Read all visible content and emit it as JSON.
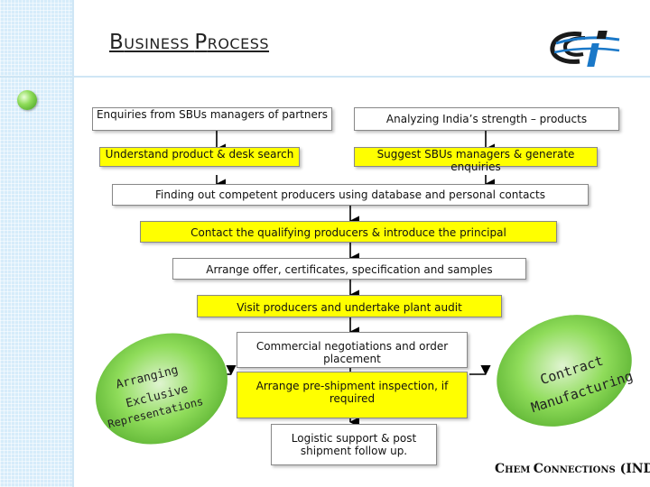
{
  "title": {
    "b": "B",
    "rest1": "USINESS ",
    "p": "P",
    "rest2": "ROCESS"
  },
  "logo_icon": "ci-logo-icon",
  "steps": {
    "enquiries": "Enquiries from SBUs managers of partners",
    "analyzing": "Analyzing India’s strength – products",
    "understand": "Understand product & desk search",
    "suggest": "Suggest SBUs managers & generate enquiries",
    "finding": "Finding out competent producers using database and personal contacts",
    "contact": "Contact the qualifying producers & introduce the principal",
    "arrange_offer": "Arrange offer, certificates, specification and samples",
    "visit": "Visit producers and undertake plant audit",
    "commercial": "Commercial negotiations and order placement",
    "pre_shipment": "Arrange pre-shipment inspection, if required",
    "logistic": "Logistic support & post shipment follow up."
  },
  "ellipse_left": {
    "line1": "Arranging",
    "line2": "Exclusive",
    "line3": "Representations"
  },
  "ellipse_right": {
    "line1": "Contract",
    "line2": "Manufacturing"
  },
  "footer": {
    "c": "C",
    "hem": "HEM ",
    "c2": "C",
    "onnections": "ONNECTIONS",
    "tail": " (INDIA"
  },
  "colors": {
    "yellow": "#ffff00",
    "green": "#6cc43c",
    "sidebar": "#d6ecfa"
  }
}
